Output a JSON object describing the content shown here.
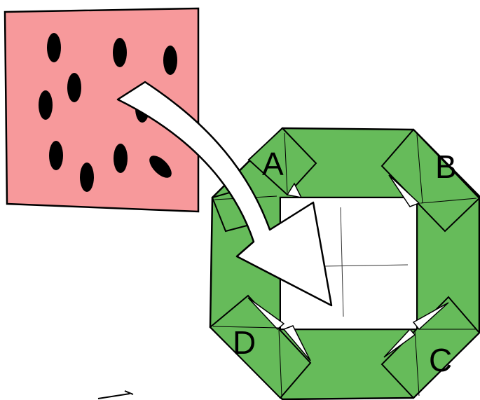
{
  "diagram": {
    "corner_labels": {
      "a": "A",
      "b": "B",
      "c": "C",
      "d": "D"
    },
    "colors": {
      "watermelon_paper": "#f7999b",
      "seed": "#000000",
      "frame_green": "#66bb5a",
      "outline": "#000000",
      "center_paper": "#ffffff",
      "arrow_fill": "#ffffff"
    },
    "seed_count": 11
  }
}
